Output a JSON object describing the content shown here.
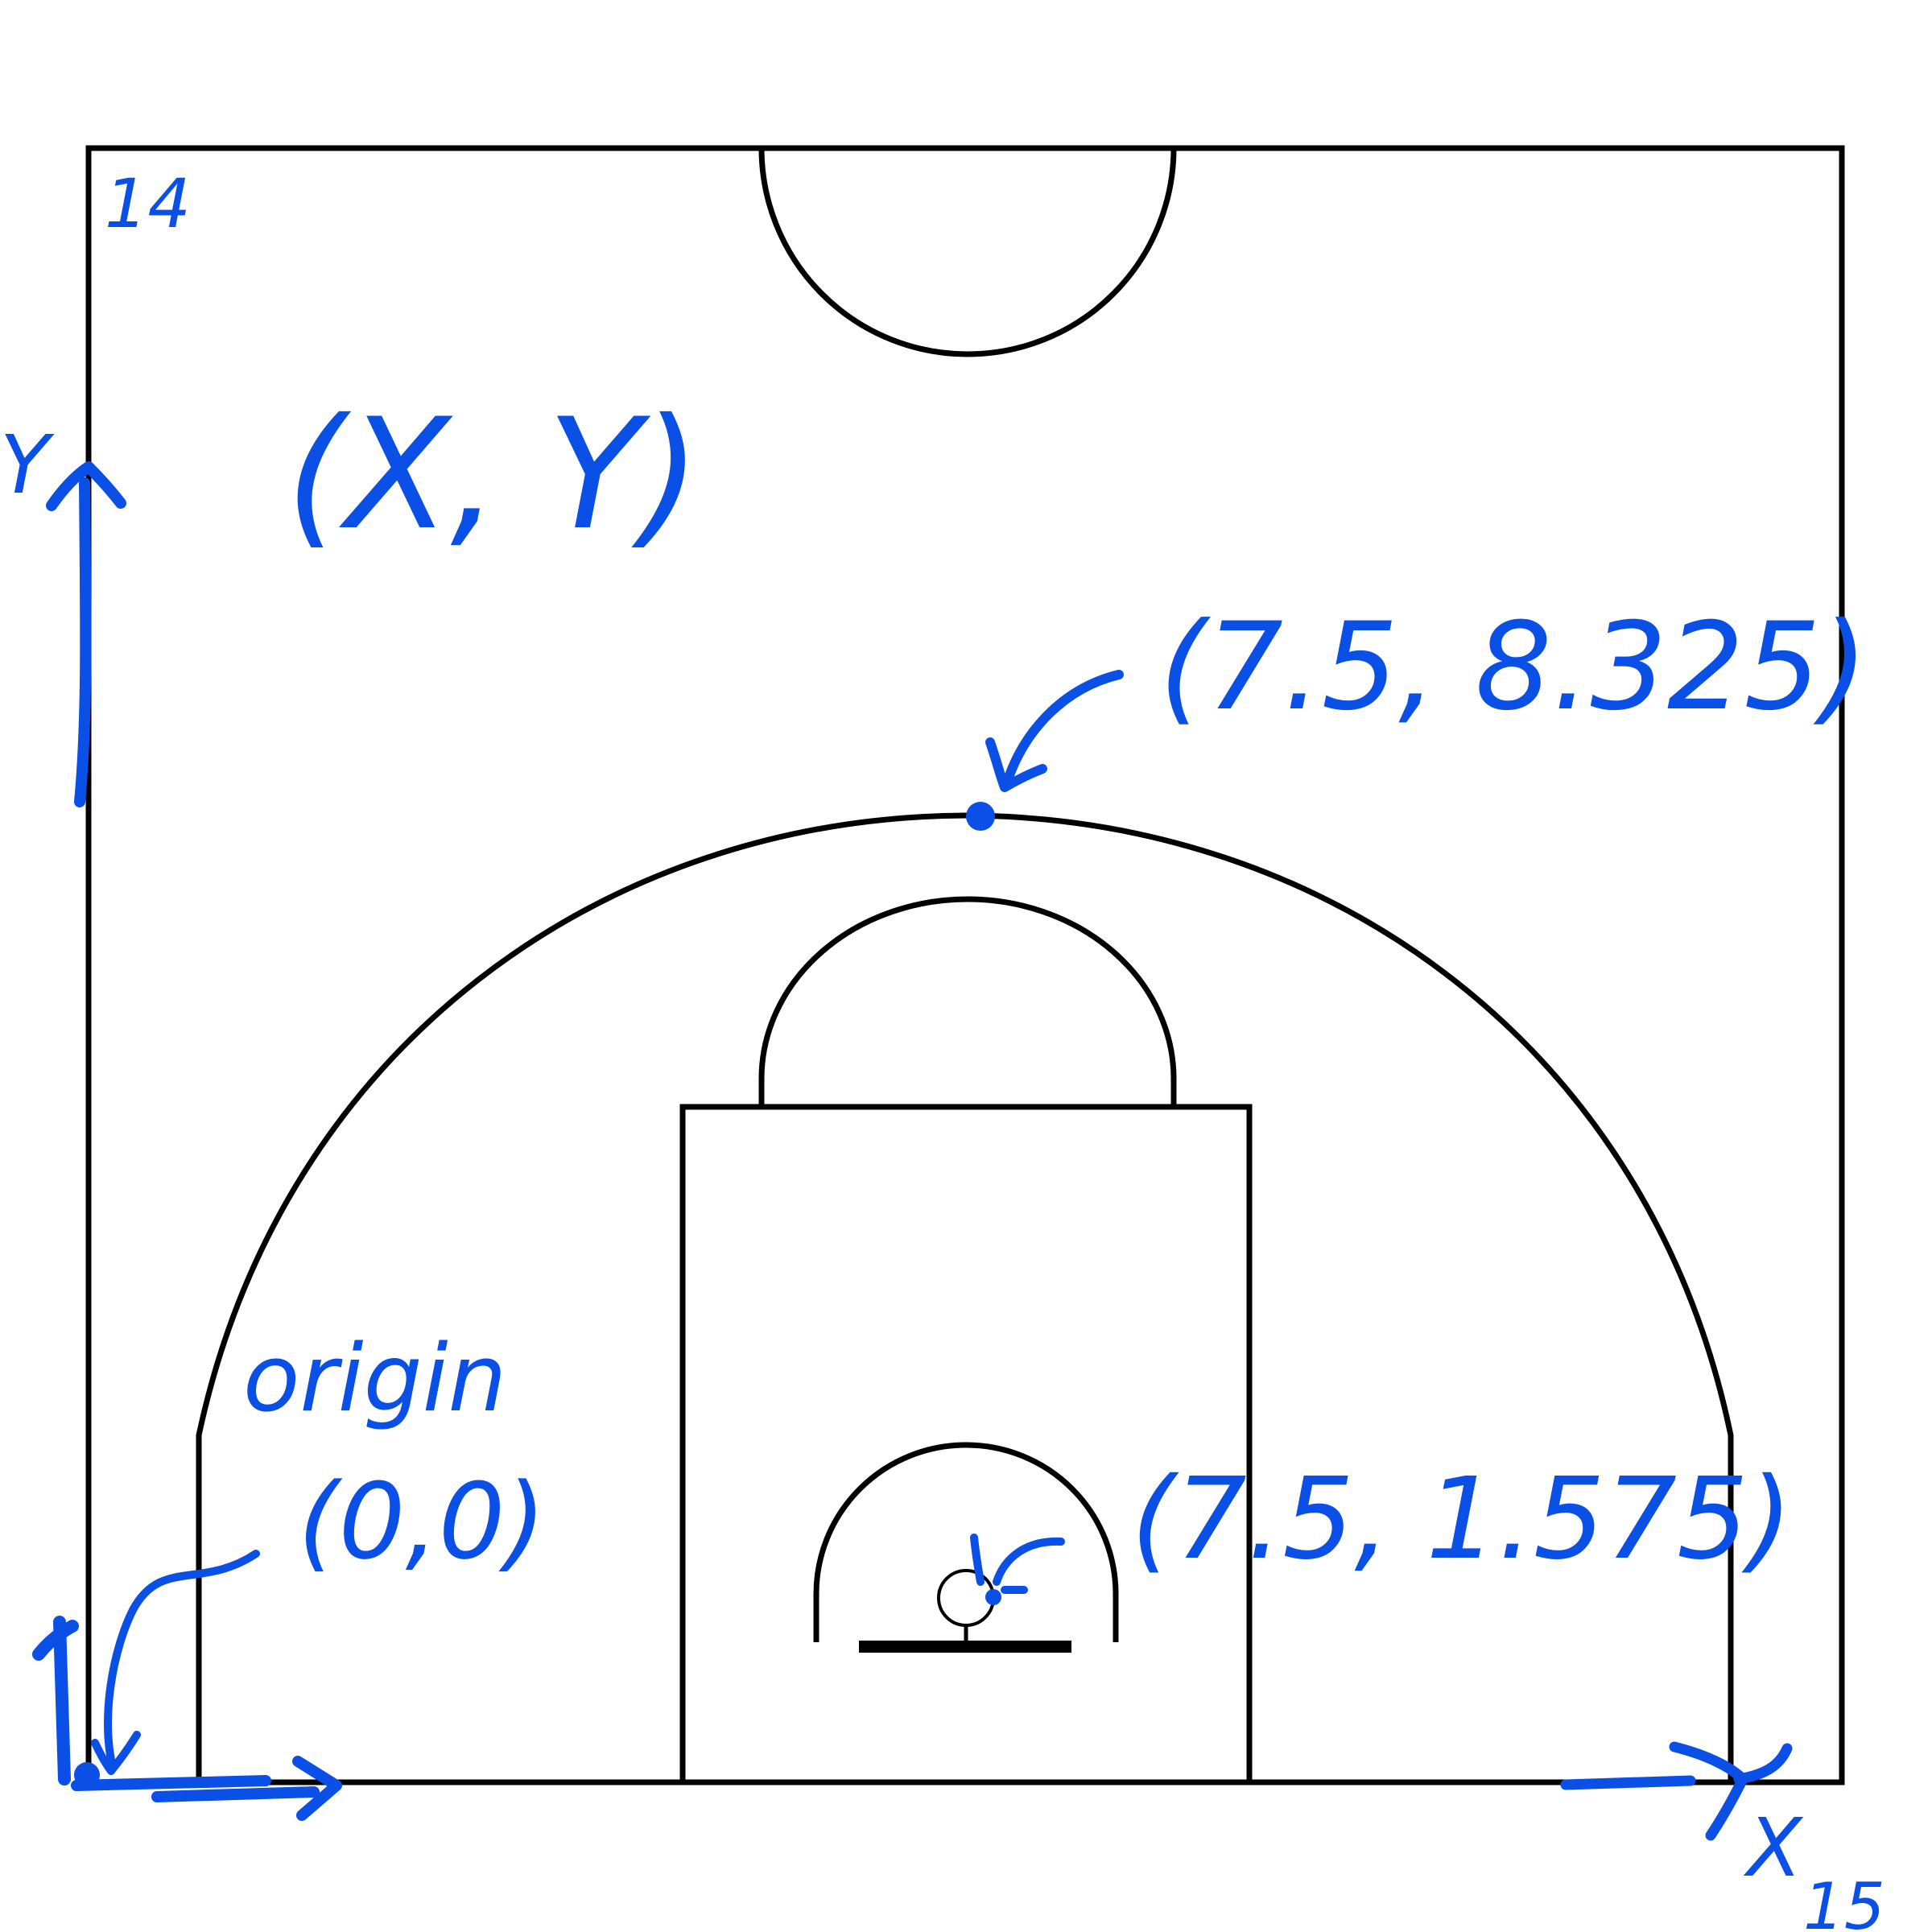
{
  "colors": {
    "court_lines": "#000000",
    "annotation_ink": "#0a4fe6",
    "background": "#ffffff"
  },
  "labels": {
    "corner_number": "14",
    "y_axis": "Y",
    "x_axis": "X",
    "x_max": "15",
    "coordinate_form": "(X, Y)",
    "top_of_arc": "(7.5, 8.325)",
    "origin_word": "origin",
    "origin_coord": "(0,0)",
    "hoop_coord": "(7.5, 1.575)"
  },
  "points": [
    {
      "name": "top-of-arc",
      "x": 7.5,
      "y": 8.325
    },
    {
      "name": "hoop-center",
      "x": 7.5,
      "y": 1.575
    },
    {
      "name": "origin",
      "x": 0,
      "y": 0
    }
  ]
}
